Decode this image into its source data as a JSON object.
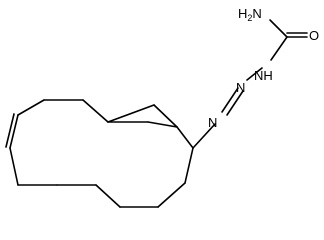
{
  "molecule": {
    "labels": {
      "amide_n": {
        "main": "H",
        "sub": "2",
        "tail": "N"
      },
      "carbonyl_o": "O",
      "hydrazide_nh": "NH",
      "azo_n_upper": "N",
      "azo_n_lower": "N"
    }
  }
}
